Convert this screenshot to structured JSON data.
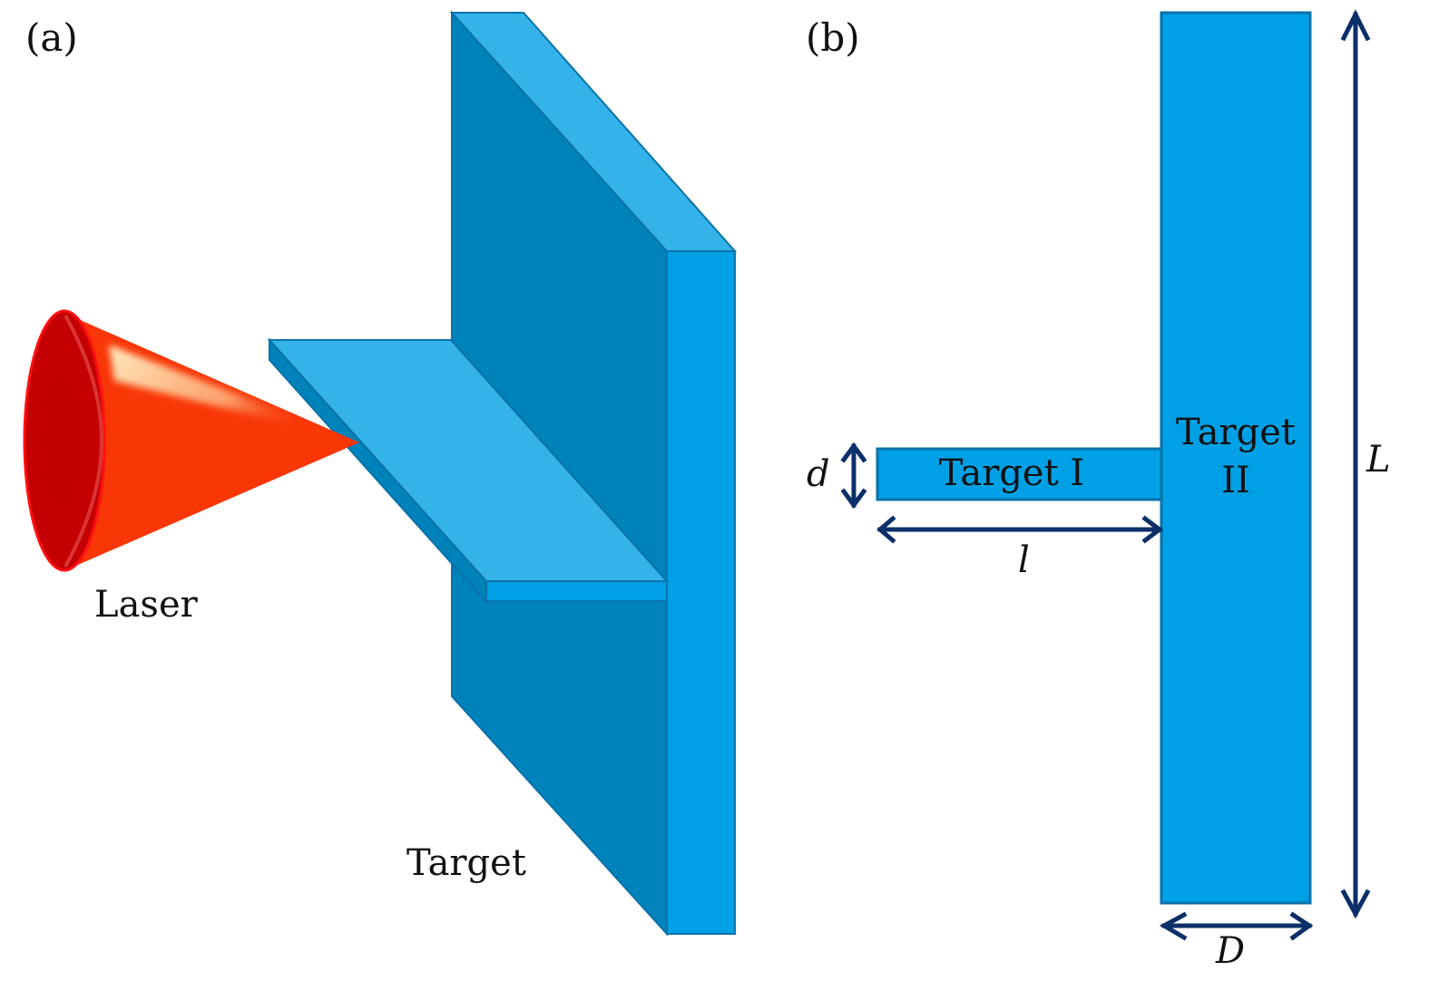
{
  "panels": {
    "a": {
      "label": "(a)",
      "laser_label": "Laser",
      "target_label": "Target"
    },
    "b": {
      "label": "(b)",
      "target1_label": "Target I",
      "target2_label_line1": "Target",
      "target2_label_line2": "II",
      "dimensions": {
        "d": "d",
        "l": "l",
        "L": "L",
        "D": "D"
      }
    }
  },
  "colors": {
    "target_front": "#00a0e6",
    "target_side": "#0082ba",
    "target_top": "#33b3ea",
    "target_edge": "#0a72a8",
    "laser_body": "#f93606",
    "laser_base": "#c50000",
    "laser_rim": "#ff1010",
    "laser_highlight": "#fff3c8",
    "arrow": "#0b2f68",
    "text": "#111111"
  }
}
